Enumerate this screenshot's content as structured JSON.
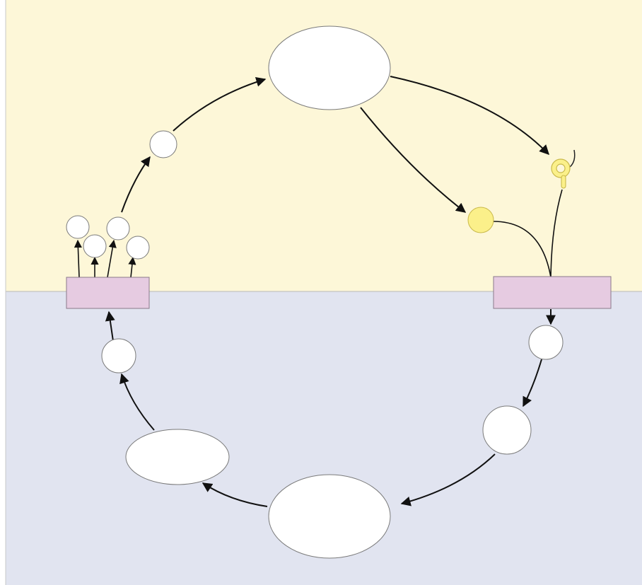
{
  "diagram": {
    "type": "life-cycle",
    "labels": [],
    "colors": {
      "upper_region": "#fdf7d8",
      "lower_region": "#e1e4f0",
      "box_fill": "#e6cbe1",
      "yellow_node": "#fbf08a",
      "node_fill": "#ffffff",
      "arrow": "#111111"
    },
    "regions": [
      "upper-region",
      "lower-region"
    ],
    "icons": [
      "spore-with-hook-icon"
    ]
  }
}
